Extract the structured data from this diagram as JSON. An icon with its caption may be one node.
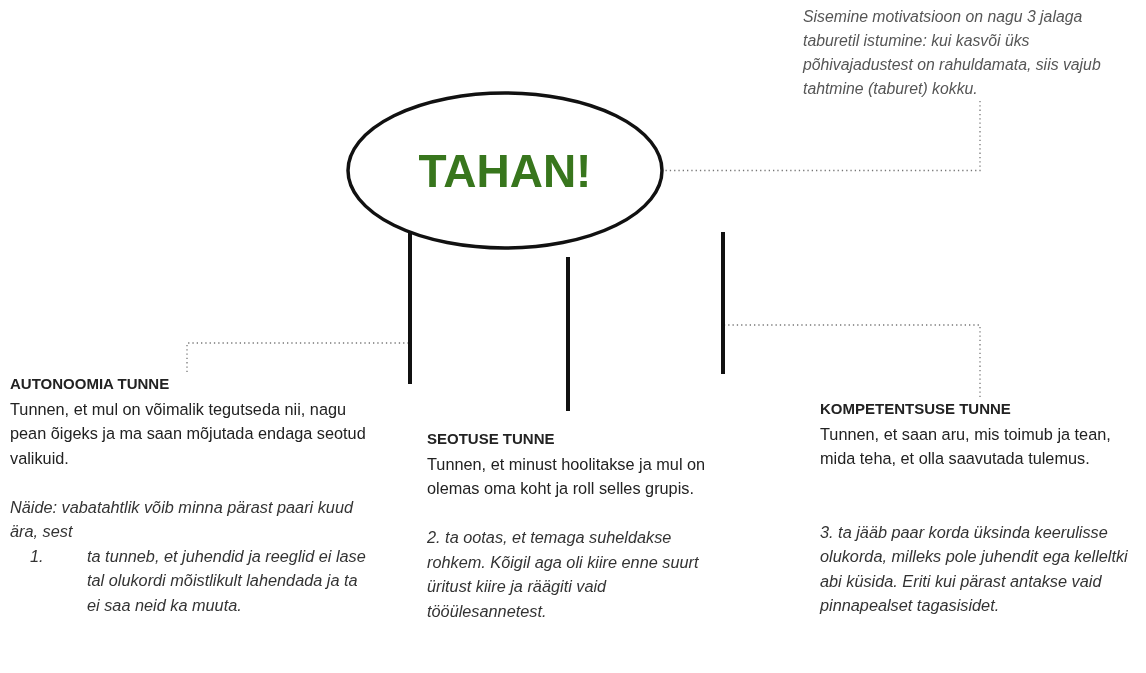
{
  "diagram": {
    "nodes": [
      {
        "text": [
          "Sisemine motivatsioon on nagu 3 jalaga taburetil istumine: kui kasvõi üks põhivajadustest on rahuldamata, siis vajub tahtmine (taburet) kokku."
        ]
      },
      {
        "text": [
          "TAHAN!"
        ]
      },
      {
        "text": [],
        "shape": "bar"
      },
      {
        "text": [],
        "shape": "bar"
      },
      {
        "text": [],
        "shape": "bar"
      },
      {
        "text": [
          "AUTONOOMIA TUNNE",
          "Tunnen, et mul on võimalik tegutseda nii, nagu pean õigeks ja ma saan mõjutada endaga seotud valikuid.",
          "Näide: vabatahtlik võib minna pärast paari kuud ära, sest",
          "1.",
          "ta tunneb, et juhendid ja reeglid ei lase tal olukordi mõistlikult lahendada ja ta ei saa neid ka muuta."
        ]
      },
      {
        "text": [
          "SEOTUSE TUNNE",
          "Tunnen, et minust hoolitakse ja mul on olemas oma koht ja roll selles grupis.",
          "2. ta ootas, et temaga suheldakse rohkem. Kõigil aga oli kiire enne suurt üritust kiire ja räägiti vaid tööülesannetest."
        ]
      },
      {
        "text": [
          "KOMPETENTSUSE TUNNE",
          "Tunnen, et saan aru, mis toimub ja tean, mida teha, et olla saavutada tulemus.",
          "3. ta jääb paar korda üksinda keerulisse olukorda, milleks pole juhendit ega kelleltki abi küsida. Eriti kui pärast antakse vaid pinnapealset tagasisidet."
        ]
      }
    ],
    "edges": [
      {
        "from": 0,
        "to": 1,
        "arrow": "none",
        "style": "dashed"
      },
      {
        "from": 5,
        "to": 2,
        "arrow": "none",
        "style": "dashed"
      },
      {
        "from": 7,
        "to": 4,
        "arrow": "none",
        "style": "dashed"
      }
    ]
  }
}
